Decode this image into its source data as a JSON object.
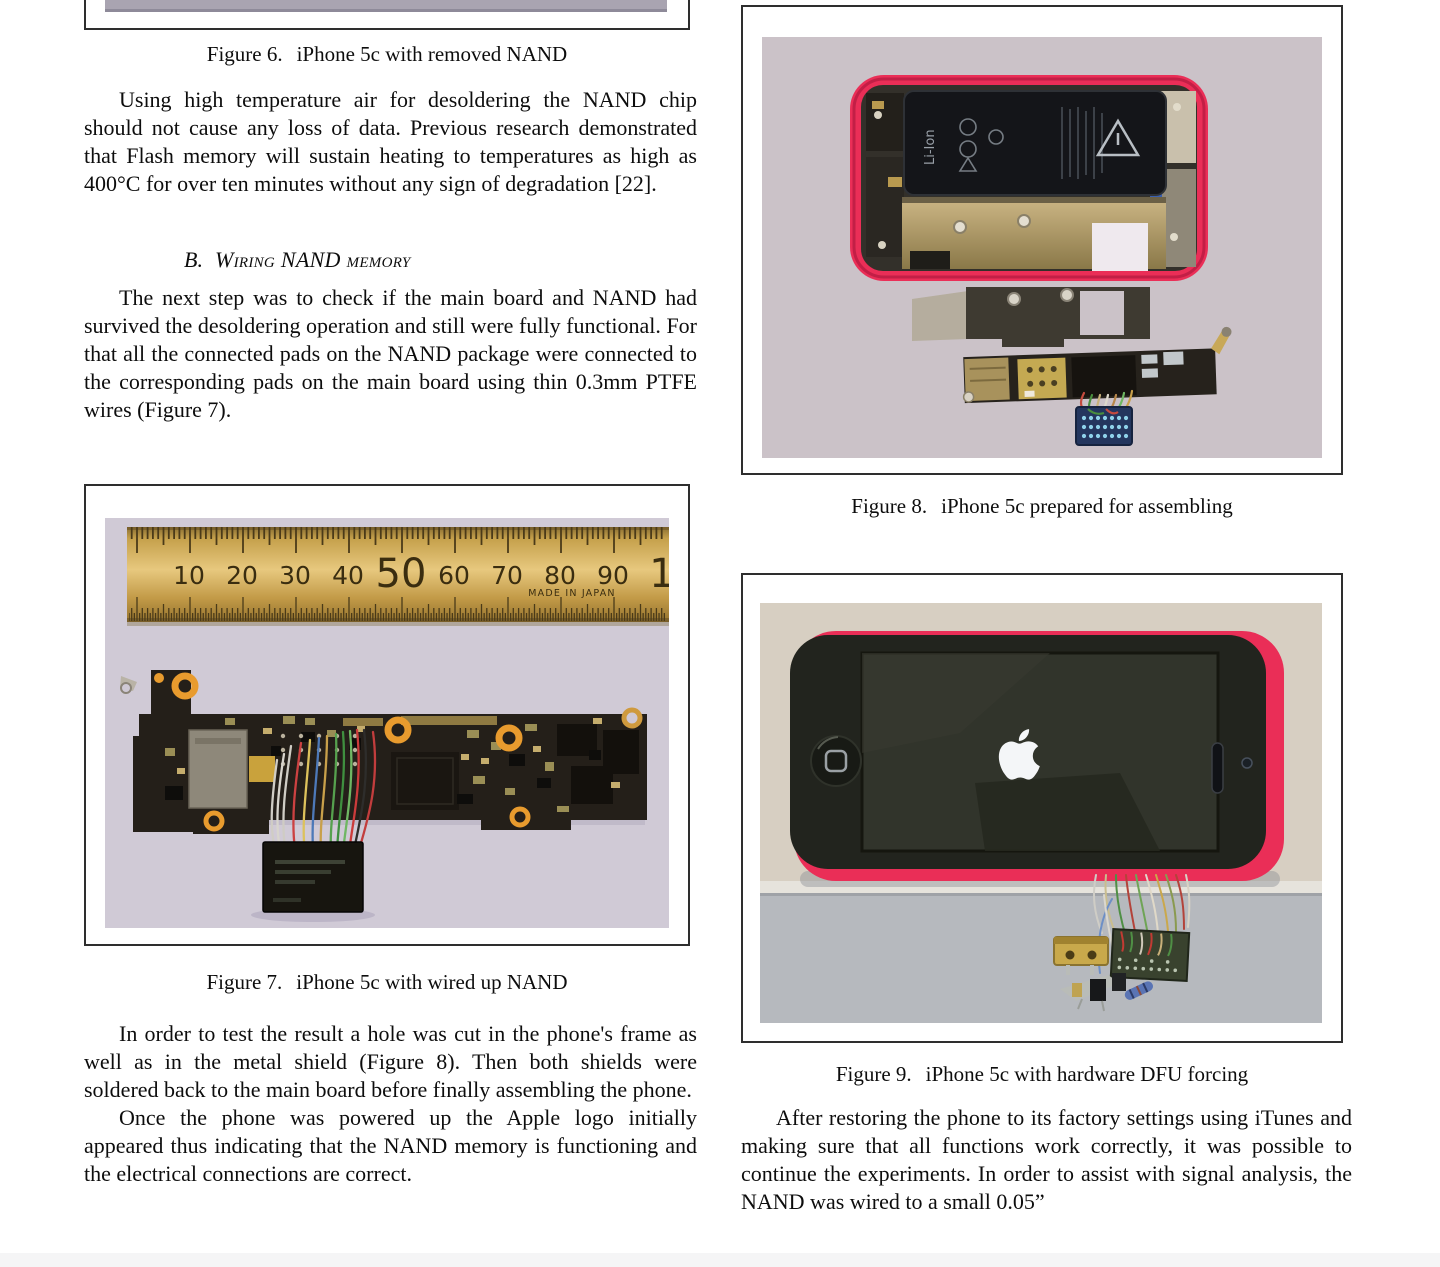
{
  "document": {
    "figures": {
      "fig6": {
        "label": "Figure 6.",
        "title": "iPhone 5c with removed NAND"
      },
      "fig7": {
        "label": "Figure 7.",
        "title": "iPhone 5c with wired up NAND"
      },
      "fig8": {
        "label": "Figure 8.",
        "title": "iPhone 5c prepared for assembling"
      },
      "fig9": {
        "label": "Figure 9.",
        "title": "iPhone 5c with hardware DFU forcing"
      }
    },
    "section_b": {
      "label": "B.",
      "title": "Wiring NAND memory"
    },
    "paragraphs": {
      "desolder": "Using high temperature air for desoldering the NAND chip should not cause any loss of data. Previous research demonstrated that Flash memory will sustain heating to temperatures as high as 400°C for over ten minutes without any sign of degradation [22].",
      "wiring": "The next step was to check if the main board and NAND had survived the desoldering operation and still were fully functional. For that all the connected pads on the NAND package were connected to the corresponding pads on the main board using thin 0.3mm PTFE wires (Figure 7).",
      "hole": "In order to test the result a hole was cut in the phone's frame as well as in the metal shield (Figure 8). Then both shields were soldered back to the main board before finally assembling the phone.",
      "power": "Once the phone was powered up the Apple logo initially appeared thus indicating that the NAND memory is functioning and the electrical connections are correct.",
      "restore": "After restoring the phone to its factory settings using iTunes and making sure that all functions work correctly, it was possible to continue the experiments. In order to assist with signal analysis, the NAND was wired to a small 0.05”"
    },
    "fig7_photo": {
      "ruler_numbers": [
        "10",
        "20",
        "30",
        "40",
        "50",
        "60",
        "70",
        "80",
        "90",
        "1"
      ],
      "made_in": "MADE IN JAPAN"
    },
    "fig8_photo": {
      "battery_label": "Li-Ion"
    },
    "colors": {
      "case_red": "#ea2e57",
      "fig7_photo_bg": "#d0cad6",
      "fig8_photo_bg": "#cbc2c8",
      "fig9_wall": "#d7cfc2",
      "fig9_table": "#b6b9be",
      "board_dark": "#241f19",
      "nand_black": "#17150f"
    }
  }
}
